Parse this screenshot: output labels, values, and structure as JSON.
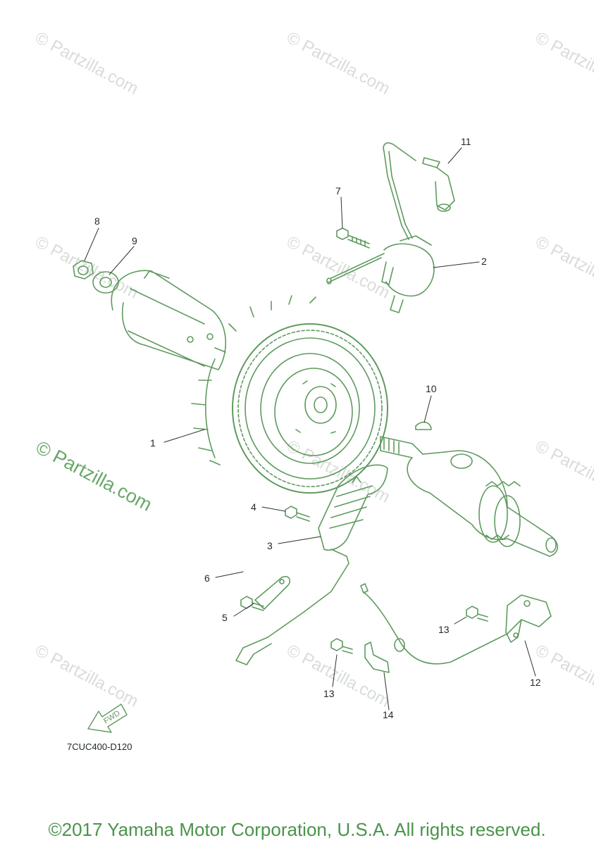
{
  "watermark": {
    "text": "© Partzilla.com"
  },
  "callouts": [
    "1",
    "2",
    "3",
    "4",
    "5",
    "6",
    "7",
    "8",
    "9",
    "10",
    "11",
    "12",
    "13",
    "13",
    "14"
  ],
  "fwd_label": "FWD",
  "diagram_code": "7CUC400-D120",
  "copyright": "©2017 Yamaha Motor Corporation, U.S.A. All rights reserved.",
  "colors": {
    "line_art": "#5f9a5f",
    "watermark": "#d8ddd8",
    "copyright": "#4a944a",
    "text": "#1e2a1e"
  }
}
